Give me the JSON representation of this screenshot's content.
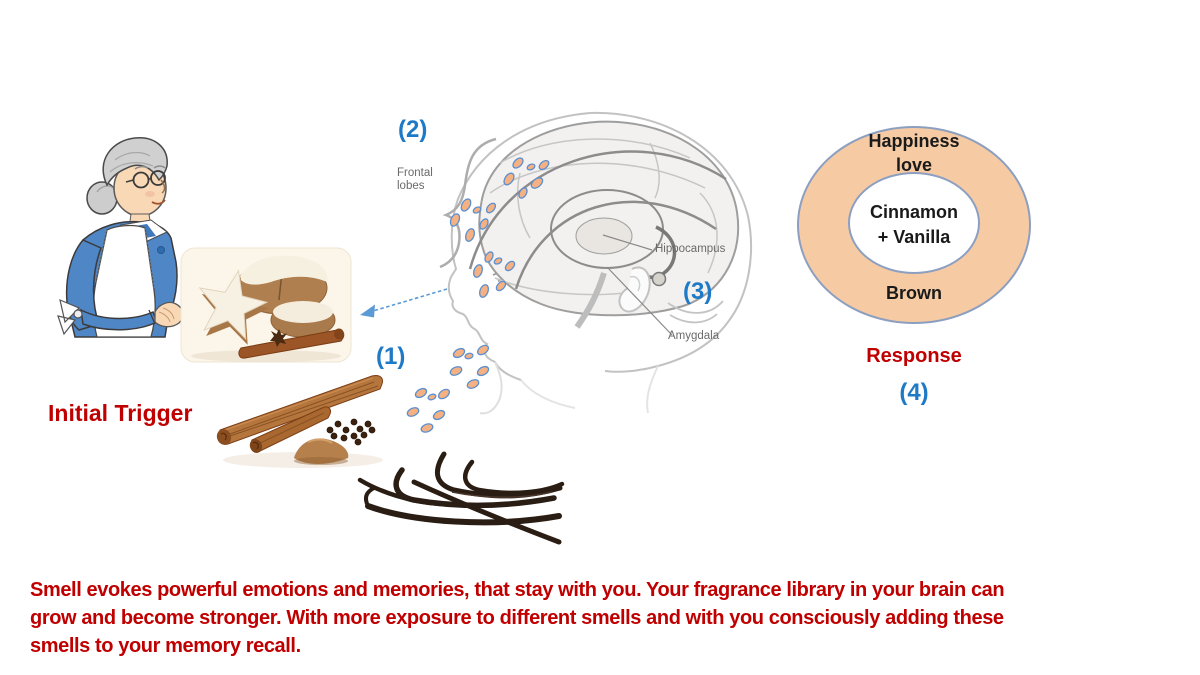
{
  "palette": {
    "red_text": "#C00000",
    "blue_step": "#1E7AC6",
    "arrow_blue": "#5B9BD5",
    "donut_fill": "#F6CBA4",
    "donut_border": "#8C9FC0",
    "particle_fill": "#F6B183",
    "particle_stroke": "#5B8FD0",
    "anatomy_label_gray": "#6A6A6A"
  },
  "steps": {
    "s1": "(1)",
    "s2": "(2)",
    "s3": "(3)",
    "s4": "(4)"
  },
  "trigger": {
    "label": "Initial Trigger"
  },
  "brain": {
    "frontal_line1": "Frontal",
    "frontal_line2": "lobes",
    "hippocampus": "Hippocampus",
    "amygdala": "Amygdala"
  },
  "response": {
    "ring_top_line1": "Happiness",
    "ring_top_line2": "love",
    "center_line1": "Cinnamon",
    "center_line2": "+ Vanilla",
    "ring_bottom": "Brown",
    "label": "Response"
  },
  "caption": {
    "lines": [
      "Smell evokes powerful emotions and memories, that stay with you. Your fragrance library in your brain can",
      "grow and become stronger.  With more exposure to different smells and with you consciously adding these",
      "smells to your memory recall."
    ]
  },
  "figures": {
    "grandmother": "grandmother cartoon",
    "cookies": "star cinnamon cookies photo",
    "brain": "sagittal brain illustration",
    "cinnamon": "cinnamon sticks with powder and cloves",
    "vanilla": "vanilla bean pods",
    "scent": "scent particles"
  }
}
